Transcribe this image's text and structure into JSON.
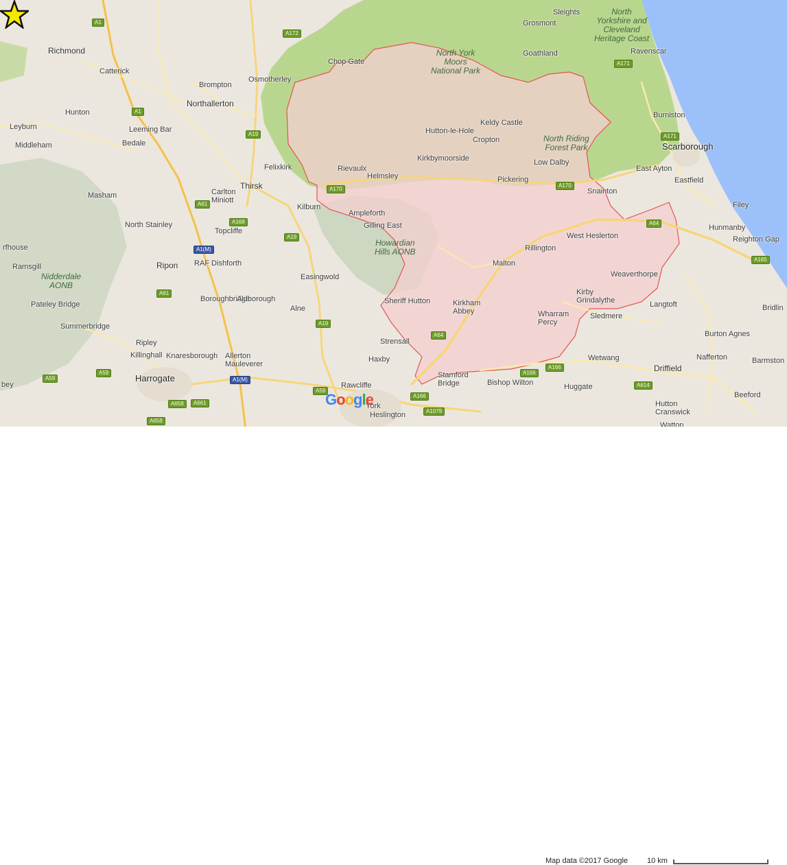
{
  "map": {
    "labels": [
      {
        "text": "Richmond",
        "cls": "town"
      },
      {
        "text": "Catterick",
        "cls": ""
      },
      {
        "text": "Hunton",
        "cls": ""
      },
      {
        "text": "Leyburn",
        "cls": ""
      },
      {
        "text": "Middleham",
        "cls": ""
      },
      {
        "text": "Leeming Bar",
        "cls": ""
      },
      {
        "text": "Bedale",
        "cls": ""
      },
      {
        "text": "Brompton",
        "cls": ""
      },
      {
        "text": "Northallerton",
        "cls": "town"
      },
      {
        "text": "Osmotherley",
        "cls": ""
      },
      {
        "text": "Chop Gate",
        "cls": ""
      },
      {
        "text": "Felixkirk",
        "cls": ""
      },
      {
        "text": "Thirsk",
        "cls": "town"
      },
      {
        "text": "Carlton\nMiniott",
        "cls": ""
      },
      {
        "text": "Masham",
        "cls": ""
      },
      {
        "text": "North Stainley",
        "cls": ""
      },
      {
        "text": "Topcliffe",
        "cls": ""
      },
      {
        "text": "Ripon",
        "cls": "town"
      },
      {
        "text": "RAF Dishforth",
        "cls": ""
      },
      {
        "text": "Ramsgill",
        "cls": ""
      },
      {
        "text": "Nidderdale\nAONB",
        "cls": "park"
      },
      {
        "text": "Pateley Bridge",
        "cls": ""
      },
      {
        "text": "Summerbridge",
        "cls": ""
      },
      {
        "text": "Boroughbridge",
        "cls": ""
      },
      {
        "text": "Aldborough",
        "cls": ""
      },
      {
        "text": "Alne",
        "cls": ""
      },
      {
        "text": "Easingwold",
        "cls": ""
      },
      {
        "text": "Ripley",
        "cls": ""
      },
      {
        "text": "Killinghall",
        "cls": ""
      },
      {
        "text": "Knaresborough",
        "cls": ""
      },
      {
        "text": "Allerton\nMauleverer",
        "cls": ""
      },
      {
        "text": "Harrogate",
        "cls": "city"
      },
      {
        "text": "Rievaulx",
        "cls": ""
      },
      {
        "text": "Helmsley",
        "cls": ""
      },
      {
        "text": "Kilburn",
        "cls": ""
      },
      {
        "text": "Ampleforth",
        "cls": ""
      },
      {
        "text": "Gilling East",
        "cls": ""
      },
      {
        "text": "Howardian\nHills AONB",
        "cls": "park"
      },
      {
        "text": "Hutton-le-Hole",
        "cls": ""
      },
      {
        "text": "Kirkbymoorside",
        "cls": ""
      },
      {
        "text": "Keldy Castle",
        "cls": ""
      },
      {
        "text": "Cropton",
        "cls": ""
      },
      {
        "text": "Pickering",
        "cls": ""
      },
      {
        "text": "Low Dalby",
        "cls": ""
      },
      {
        "text": "North Riding\nForest Park",
        "cls": "park"
      },
      {
        "text": "North York\nMoors\nNational Park",
        "cls": "park"
      },
      {
        "text": "Goathland",
        "cls": ""
      },
      {
        "text": "Grosmont",
        "cls": ""
      },
      {
        "text": "Sleights",
        "cls": ""
      },
      {
        "text": "North\nYorkshire and\nCleveland\nHeritage Coast",
        "cls": "park"
      },
      {
        "text": "Ravenscar",
        "cls": ""
      },
      {
        "text": "Burniston",
        "cls": ""
      },
      {
        "text": "Scarborough",
        "cls": "city"
      },
      {
        "text": "East Ayton",
        "cls": ""
      },
      {
        "text": "Eastfield",
        "cls": ""
      },
      {
        "text": "Snainton",
        "cls": ""
      },
      {
        "text": "Filey",
        "cls": ""
      },
      {
        "text": "Hunmanby",
        "cls": ""
      },
      {
        "text": "Reighton Gap",
        "cls": ""
      },
      {
        "text": "West Heslerton",
        "cls": ""
      },
      {
        "text": "Rillington",
        "cls": ""
      },
      {
        "text": "Malton",
        "cls": ""
      },
      {
        "text": "Weaverthorpe",
        "cls": ""
      },
      {
        "text": "Kirby\nGrindalythe",
        "cls": ""
      },
      {
        "text": "Langtoft",
        "cls": ""
      },
      {
        "text": "Sheriff Hutton",
        "cls": ""
      },
      {
        "text": "Kirkham\nAbbey",
        "cls": ""
      },
      {
        "text": "Wharram\nPercy",
        "cls": ""
      },
      {
        "text": "Sledmere",
        "cls": ""
      },
      {
        "text": "Burton Agnes",
        "cls": ""
      },
      {
        "text": "Bridlin",
        "cls": ""
      },
      {
        "text": "Barmston",
        "cls": ""
      },
      {
        "text": "Strensall",
        "cls": ""
      },
      {
        "text": "Haxby",
        "cls": ""
      },
      {
        "text": "Wetwang",
        "cls": ""
      },
      {
        "text": "Nafferton",
        "cls": ""
      },
      {
        "text": "Driffield",
        "cls": "town"
      },
      {
        "text": "Stamford\nBridge",
        "cls": ""
      },
      {
        "text": "Bishop Wilton",
        "cls": ""
      },
      {
        "text": "Huggate",
        "cls": ""
      },
      {
        "text": "Rawcliffe",
        "cls": ""
      },
      {
        "text": "York",
        "cls": ""
      },
      {
        "text": "Heslington",
        "cls": ""
      },
      {
        "text": "Hutton\nCranswick",
        "cls": ""
      },
      {
        "text": "Beeford",
        "cls": ""
      },
      {
        "text": "Watton",
        "cls": ""
      },
      {
        "text": "rfhouse",
        "cls": ""
      },
      {
        "text": "bey",
        "cls": ""
      }
    ],
    "shields": [
      {
        "text": "A1",
        "mw": false
      },
      {
        "text": "A172",
        "mw": false
      },
      {
        "text": "A1",
        "mw": false
      },
      {
        "text": "A19",
        "mw": false
      },
      {
        "text": "A170",
        "mw": false
      },
      {
        "text": "A61",
        "mw": false
      },
      {
        "text": "A168",
        "mw": false
      },
      {
        "text": "A1(M)",
        "mw": true
      },
      {
        "text": "A19",
        "mw": false
      },
      {
        "text": "A61",
        "mw": false
      },
      {
        "text": "A59",
        "mw": false
      },
      {
        "text": "A19",
        "mw": false
      },
      {
        "text": "A59",
        "mw": false
      },
      {
        "text": "A1(M)",
        "mw": true
      },
      {
        "text": "A658",
        "mw": false
      },
      {
        "text": "A661",
        "mw": false
      },
      {
        "text": "A658",
        "mw": false
      },
      {
        "text": "A59",
        "mw": false
      },
      {
        "text": "A64",
        "mw": false
      },
      {
        "text": "A166",
        "mw": false
      },
      {
        "text": "A1079",
        "mw": false
      },
      {
        "text": "A166",
        "mw": false
      },
      {
        "text": "A166",
        "mw": false
      },
      {
        "text": "A170",
        "mw": false
      },
      {
        "text": "A64",
        "mw": false
      },
      {
        "text": "A171",
        "mw": false
      },
      {
        "text": "A171",
        "mw": false
      },
      {
        "text": "A165",
        "mw": false
      },
      {
        "text": "A614",
        "mw": false
      }
    ],
    "colors": {
      "land": "#ebe7df",
      "park": "#b9d68e",
      "aonb": "#c9d3bc",
      "sea": "#9cc0f9",
      "district_fill": "#f4cfcf",
      "district_border": "#e05555",
      "road_major": "#f7d57a",
      "road_minor": "#fbeaa8",
      "marker": "#f5e900"
    },
    "marker_icon": "star-icon",
    "logo": "Google"
  },
  "footer": {
    "attribution": "Map data ©2017 Google",
    "scale": "10 km"
  }
}
